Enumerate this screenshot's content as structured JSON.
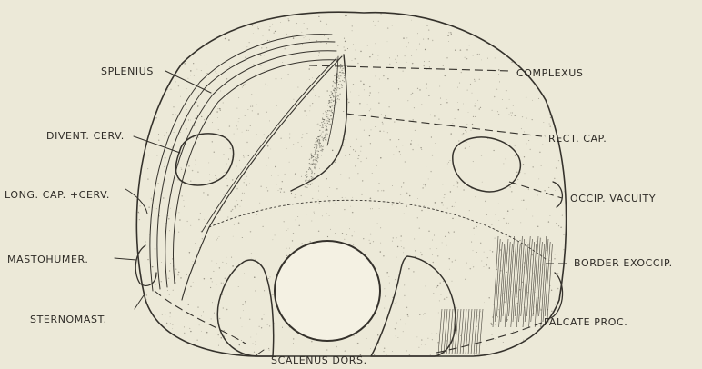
{
  "labels": {
    "splenius": "SPLENIUS",
    "complexus": "COMPLEXUS",
    "divent_cerv": "DIVENT. CERV.",
    "rect_cap": "RECT. CAP.",
    "long_cap_cerv": "LONG. CAP. +CERV.",
    "occip_vacuity": "OCCIP. VACUITY",
    "mastohumer": "MASTOHUMER.",
    "border_exoccip": "BORDER EXOCCIP.",
    "sternomast": "STERNOMAST.",
    "falcate_proc": "FALCATE PROC.",
    "scalenus_dors": "SCALENUS DORS."
  },
  "colors": {
    "paper": "#ece9d8",
    "ink": "#35322c"
  }
}
